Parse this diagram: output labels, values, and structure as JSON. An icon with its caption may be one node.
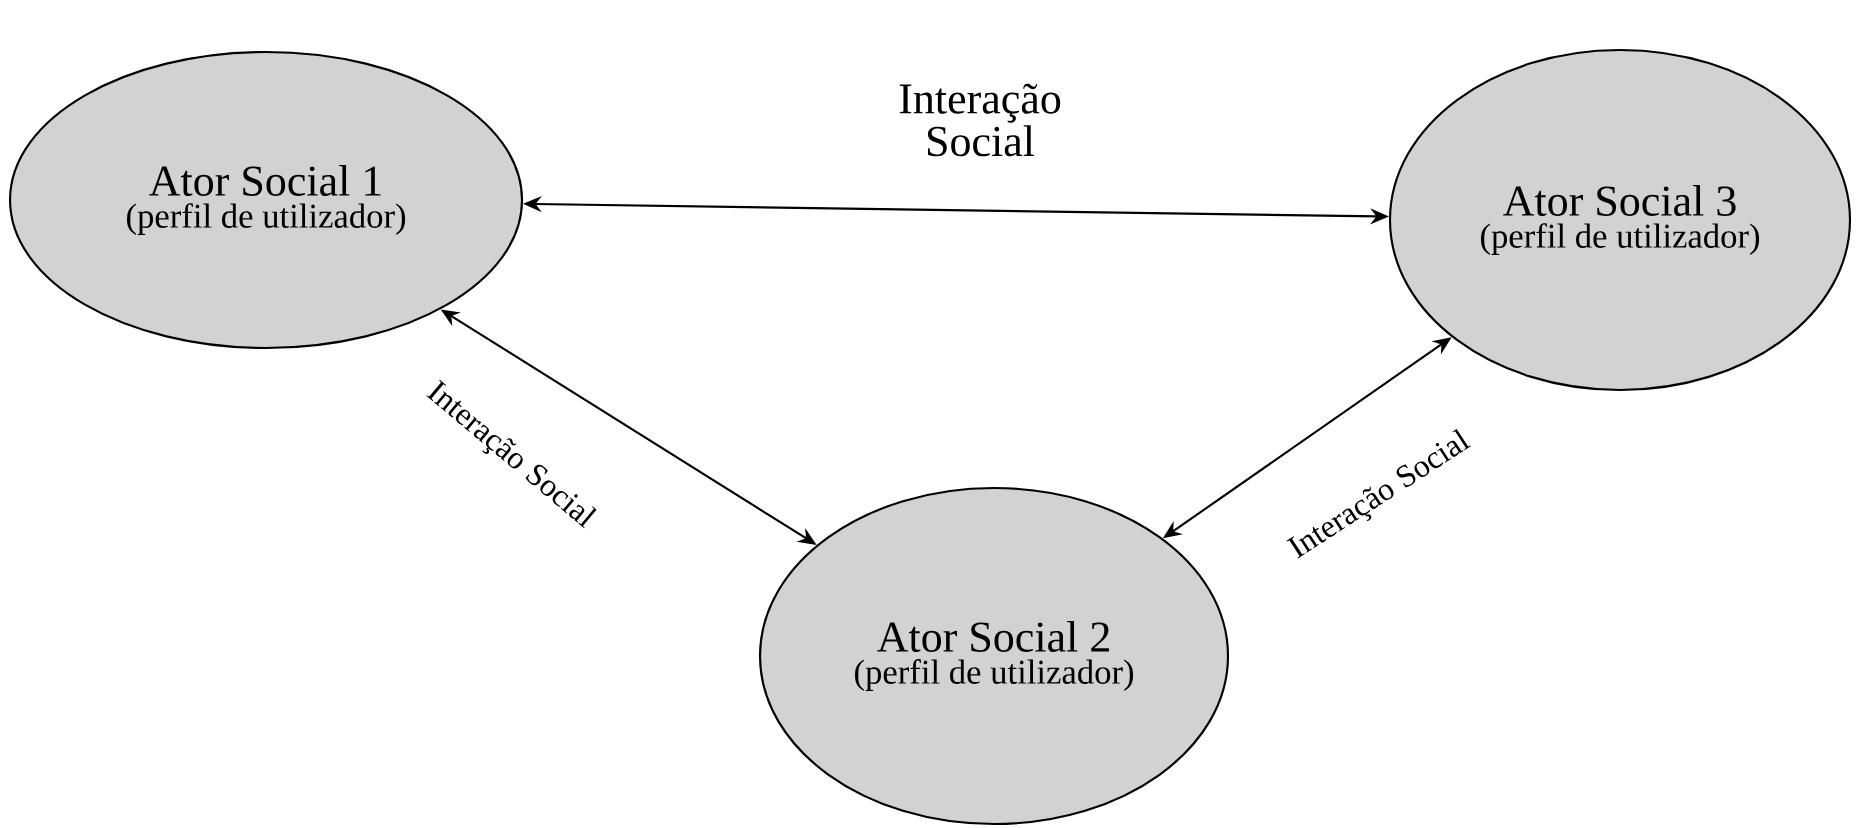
{
  "diagram": {
    "nodes": [
      {
        "text": [
          "Ator Social  1",
          "(perfil de utilizador)"
        ]
      },
      {
        "text": [
          "Ator Social  3",
          "(perfil de utilizador)"
        ]
      },
      {
        "text": [
          "Ator Social  2",
          "(perfil de utilizador)"
        ]
      }
    ],
    "edges": [
      {
        "from": 0,
        "to": 1,
        "arrow": "both",
        "label": "Interação Social"
      },
      {
        "from": 0,
        "to": 2,
        "arrow": "both",
        "label": "Interação Social"
      },
      {
        "from": 2,
        "to": 1,
        "arrow": "both",
        "label": "Interação Social"
      }
    ]
  }
}
